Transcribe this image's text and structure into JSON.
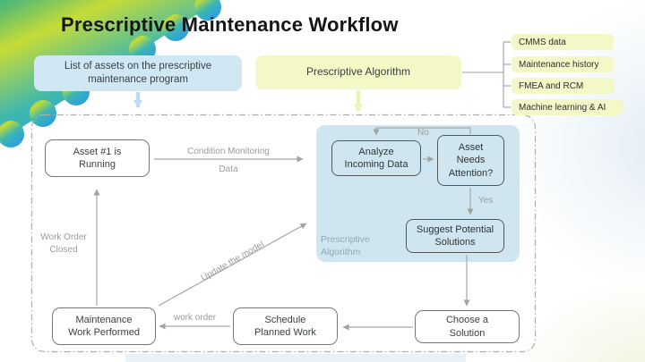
{
  "slide": {
    "title": "Prescriptive Maintenance Workflow",
    "top": {
      "assets_box": "List of assets on the prescriptive\nmaintenance program",
      "algorithm_box": "Prescriptive Algorithm",
      "data_sources": [
        "CMMS data",
        "Maintenance history",
        "FMEA and RCM",
        "Machine learning & AI"
      ]
    },
    "flow": {
      "asset_running": "Asset #1 is\nRunning",
      "analyze": "Analyze\nIncoming Data",
      "attention": "Asset\nNeeds\nAttention?",
      "suggest": "Suggest Potential\nSolutions",
      "choose": "Choose a\nSolution",
      "schedule": "Schedule\nPlanned Work",
      "maintenance": "Maintenance\nWork Performed",
      "panel_label": "Prescriptive\nAlgorithm"
    },
    "edges": {
      "condition_monitoring": "Condition Monitoring",
      "condition_data": "Data",
      "no": "No",
      "yes": "Yes",
      "work_order": "work order",
      "work_order_closed": "Work Order\nClosed",
      "update_model": "Update the model"
    },
    "colors": {
      "light_blue_box": "#cfe8f4",
      "pale_yellow_box": "#f4f7c6",
      "panel_blue": "#cfe6f1",
      "line_gray": "#a3a3a3",
      "label_gray": "#9b9b9b",
      "decor_lime": "#c6dc37",
      "decor_green": "#4db878",
      "decor_teal": "#3cb7b0",
      "decor_blue": "#2da2dc"
    }
  }
}
